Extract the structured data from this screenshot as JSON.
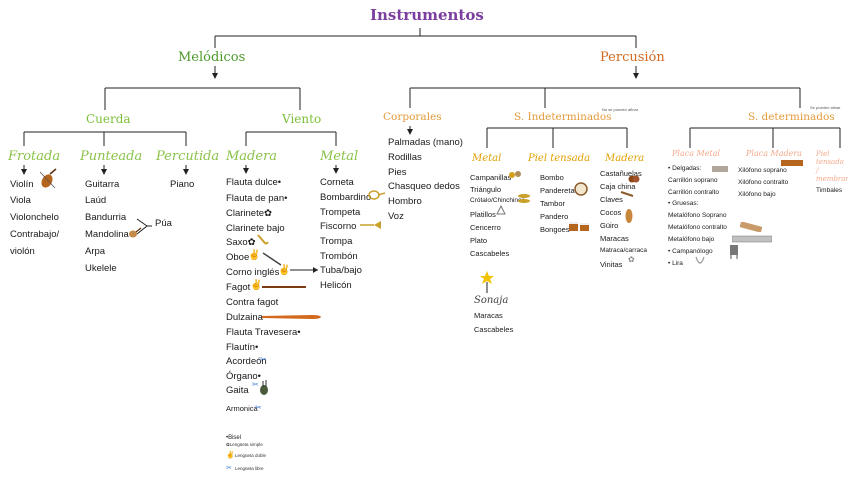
{
  "title": "Instrumentos",
  "melodicos": {
    "label": "Melódicos",
    "cuerda": {
      "label": "Cuerda",
      "frotada": {
        "label": "Frotada",
        "items": [
          "Violín",
          "Viola",
          "Violonchelo",
          "Contrabajo/",
          "violón"
        ]
      },
      "punteada": {
        "label": "Punteada",
        "items": [
          "Guitarra",
          "Laúd",
          "Bandurria",
          "Mandolina",
          "Arpa",
          "Ukelele"
        ],
        "pua": "Púa"
      },
      "percutida": {
        "label": "Percutida",
        "items": [
          "Piano"
        ]
      }
    },
    "viento": {
      "label": "Viento",
      "madera": {
        "label": "Madera",
        "items": [
          "Flauta dulce•",
          "Flauta de pan•",
          "Clarinete✿",
          "Clarinete bajo",
          "Saxo✿",
          "Oboe",
          "Corno inglés",
          "Fagot",
          "Contra fagot",
          "Dulzaina",
          "Flauta Travesera•",
          "Flautín•",
          "Acordeón",
          "Órgano•",
          "Gaita",
          "Armonica"
        ]
      },
      "metal": {
        "label": "Metal",
        "items": [
          "Corneta",
          "Bombardino",
          "Trompeta",
          "Fiscorno",
          "Trompa",
          "Trombón",
          "Tuba/bajo",
          "Helicón"
        ]
      },
      "legend": [
        "•Bisel",
        "✿Lengüeta simple",
        "Lengüeta doble",
        "Lengüeta libre"
      ]
    }
  },
  "percusion": {
    "label": "Percusión",
    "corporales": {
      "label": "Corporales",
      "items": [
        "Palmadas (mano)",
        "Rodillas",
        "Pies",
        "Chasqueo dedos",
        "Hombro",
        "Voz"
      ]
    },
    "indeterminados": {
      "label": "S. Indeterminados",
      "note": "No se pueden afinar",
      "metal": {
        "label": "Metal",
        "items": [
          "Campanillas",
          "Triángulo",
          "Crótalo/Chinchines",
          "Platillos",
          "Cencerro",
          "Plato",
          "Cascabeles"
        ]
      },
      "piel": {
        "label": "Piel tensada",
        "items": [
          "Bombo",
          "Pandereta",
          "Tambor",
          "Pandero",
          "Bongoes"
        ]
      },
      "madera": {
        "label": "Madera",
        "items": [
          "Castañuelas",
          "Caja china",
          "Claves",
          "Cocos",
          "Güiro",
          "Maracas",
          "Matraca/carraca",
          "Vinitas"
        ]
      },
      "sonaja": {
        "label": "Sonaja",
        "items": [
          "Maracas",
          "Cascabeles"
        ]
      }
    },
    "determinados": {
      "label": "S. determinados",
      "note": "Se pueden afinar",
      "placa_metal": {
        "label": "Placa Metal",
        "items": [
          "•  Delgadas:",
          "Carrillón soprano",
          "Carrillón contralto",
          "•  Gruesas:",
          "Metalófono Soprano",
          "Metalófono contralto",
          "Metalófono bajo",
          "•  Campanólogo",
          "•  Lira"
        ]
      },
      "placa_madera": {
        "label": "Placa Madera",
        "items": [
          "Xilófono soprano",
          "Xilófono contralto",
          "Xilófono bajo"
        ]
      },
      "piel": {
        "label": "Piel tensada / membrana",
        "items": [
          "Timbales"
        ]
      }
    }
  }
}
